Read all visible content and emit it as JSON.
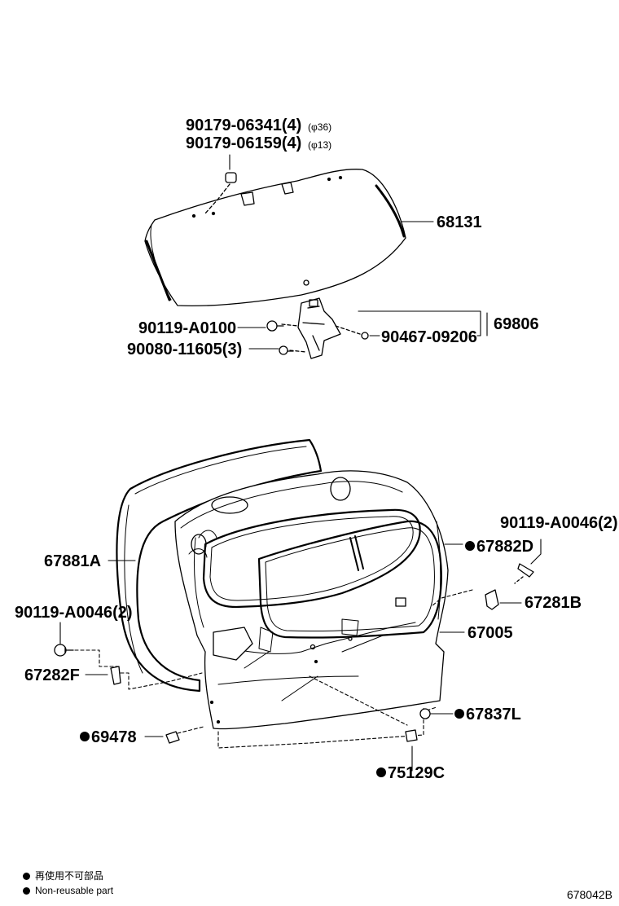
{
  "parts": {
    "p1": "90179-06341(4)",
    "p1_note": "(φ36)",
    "p2": "90179-06159(4)",
    "p2_note": "(φ13)",
    "p3": "68131",
    "p4": "90119-A0100",
    "p5": "90080-11605(3)",
    "p6": "90467-09206",
    "p7": "69806",
    "p8": "67881A",
    "p9": "67882D",
    "p10": "90119-A0046(2)",
    "p11": "67281B",
    "p12": "67005",
    "p13": "90119-A0046(2)",
    "p14": "67282F",
    "p15": "69478",
    "p16": "67837L",
    "p17": "75129C"
  },
  "legend": {
    "jp": "再使用不可部品",
    "en": "Non-reusable part"
  },
  "diagram_code": "678042B"
}
